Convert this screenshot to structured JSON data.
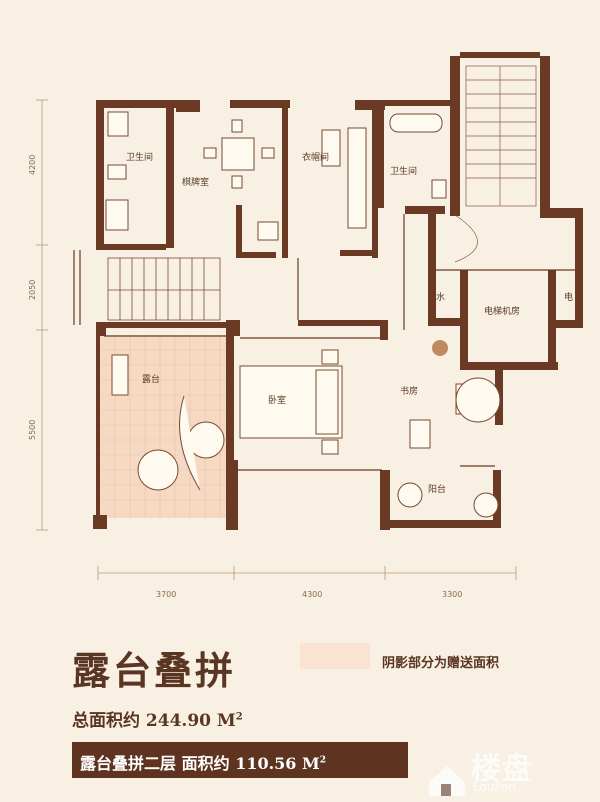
{
  "dimensions": {
    "left": [
      "4200",
      "2050",
      "5500"
    ],
    "bottom": [
      "3700",
      "4300",
      "3300"
    ]
  },
  "rooms": {
    "bath_left": "卫生间",
    "chess": "棋牌室",
    "closet": "衣帽间",
    "bath_right": "卫生间",
    "water": "水",
    "elevator": "电梯机房",
    "electric": "电",
    "terrace": "露台",
    "bedroom": "卧室",
    "study": "书房",
    "balcony": "阳台"
  },
  "title": "露台叠拼",
  "legend": {
    "label": "阴影部分为赠送面积",
    "swatch_color": "#fae3d3"
  },
  "total_area": {
    "label": "总面积约",
    "value": "244.90",
    "unit": "M",
    "unit_sup": "2"
  },
  "floor_area": {
    "label": "露台叠拼二层",
    "area_label": "面积约",
    "value": "110.56",
    "unit": "M",
    "unit_sup": "2"
  },
  "watermark": {
    "main": "楼盘",
    "sub": "LouPan"
  },
  "colors": {
    "wall": "#6b3a24",
    "background": "#f7f0e3",
    "terrace_fill": "#f6d9c3"
  }
}
